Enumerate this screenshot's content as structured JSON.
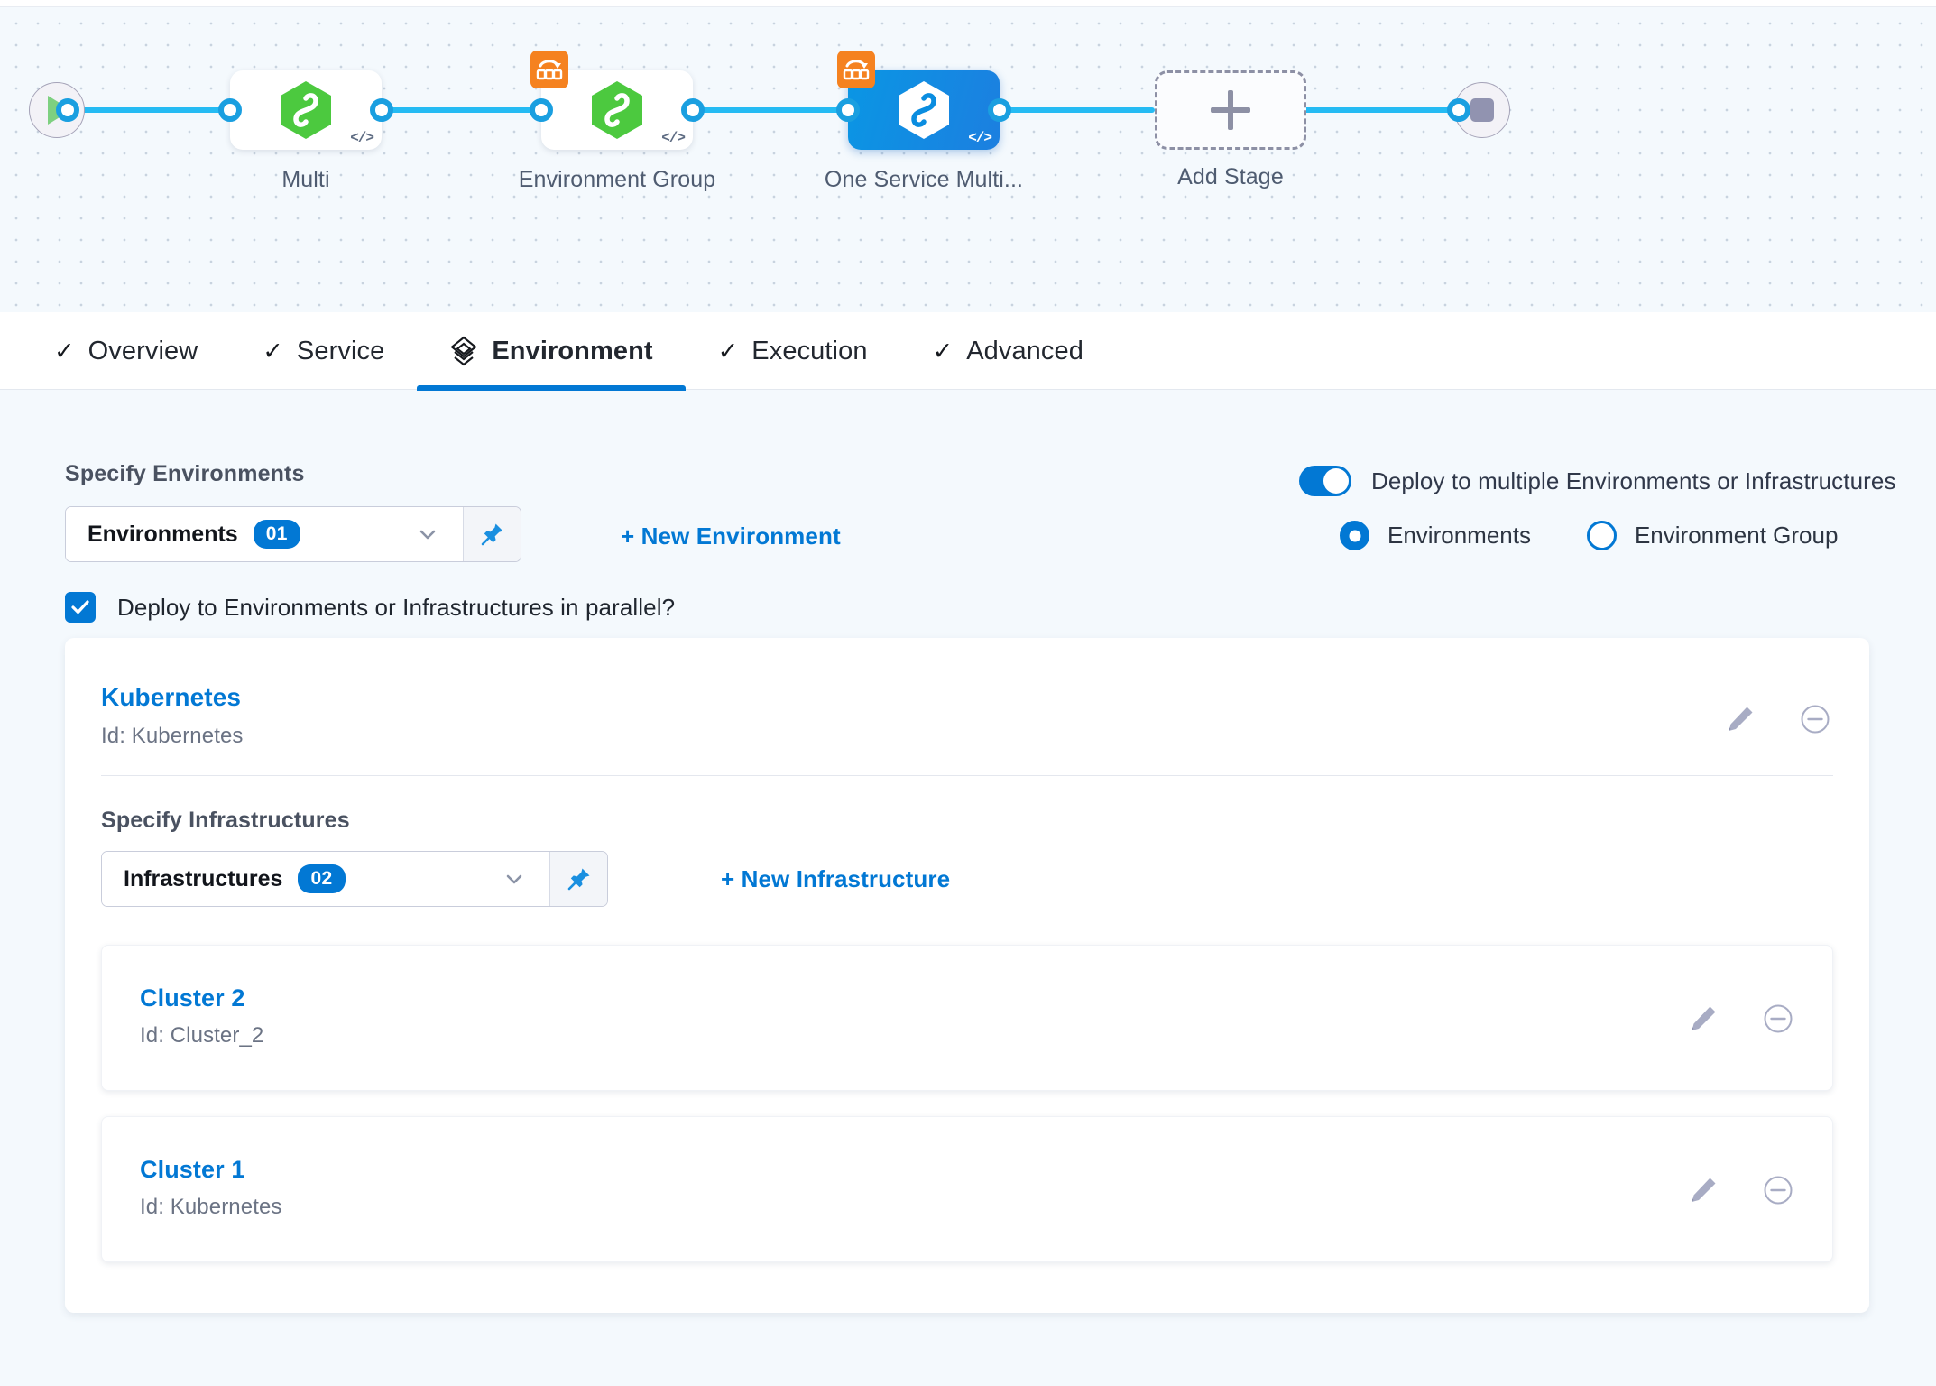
{
  "pipeline": {
    "start_icon": "play-icon",
    "end_icon": "stop-icon",
    "nodes": [
      {
        "label": "Multi",
        "selected": false,
        "has_rollback_badge": false,
        "icon": "harness-hex-icon",
        "code_icon": "code-icon"
      },
      {
        "label": "Environment Group",
        "selected": false,
        "has_rollback_badge": true,
        "icon": "harness-hex-icon",
        "code_icon": "code-icon"
      },
      {
        "label": "One Service Multi...",
        "selected": true,
        "has_rollback_badge": true,
        "icon": "harness-hex-icon",
        "code_icon": "code-icon"
      }
    ],
    "add_stage": {
      "label": "Add Stage",
      "icon": "plus-icon"
    }
  },
  "tabs": [
    {
      "label": "Overview",
      "icon": "check-icon",
      "active": false
    },
    {
      "label": "Service",
      "icon": "check-icon",
      "active": false
    },
    {
      "label": "Environment",
      "icon": "environment-layers-icon",
      "active": true
    },
    {
      "label": "Execution",
      "icon": "check-icon",
      "active": false
    },
    {
      "label": "Advanced",
      "icon": "check-icon",
      "active": false
    }
  ],
  "environments_section": {
    "label": "Specify Environments",
    "select_value": "Environments",
    "select_count": "01",
    "pin_icon": "pin-icon",
    "chevron_icon": "chevron-down-icon",
    "new_link": "+ New Environment",
    "parallel_checkbox": {
      "label": "Deploy to Environments or Infrastructures in parallel?",
      "checked": true
    }
  },
  "multi_deploy": {
    "toggle_label": "Deploy to multiple Environments or Infrastructures",
    "toggle_on": true,
    "radios": [
      {
        "label": "Environments",
        "selected": true
      },
      {
        "label": "Environment Group",
        "selected": false
      }
    ]
  },
  "environment_card": {
    "title": "Kubernetes",
    "subtitle": "Id: Kubernetes",
    "edit_icon": "pencil-icon",
    "remove_icon": "minus-circle-icon",
    "infrastructures_section": {
      "label": "Specify Infrastructures",
      "select_value": "Infrastructures",
      "select_count": "02",
      "pin_icon": "pin-icon",
      "chevron_icon": "chevron-down-icon",
      "new_link": "+ New Infrastructure"
    },
    "infrastructures": [
      {
        "title": "Cluster 2",
        "subtitle": "Id: Cluster_2",
        "edit_icon": "pencil-icon",
        "remove_icon": "minus-circle-icon"
      },
      {
        "title": "Cluster 1",
        "subtitle": "Id: Kubernetes",
        "edit_icon": "pencil-icon",
        "remove_icon": "minus-circle-icon"
      }
    ]
  },
  "colors": {
    "accent": "#0278d4",
    "wire": "#25bbf3",
    "badge_orange": "#f58220",
    "hex_green": "#4cc93f",
    "page_bg": "#f4f9fd"
  }
}
